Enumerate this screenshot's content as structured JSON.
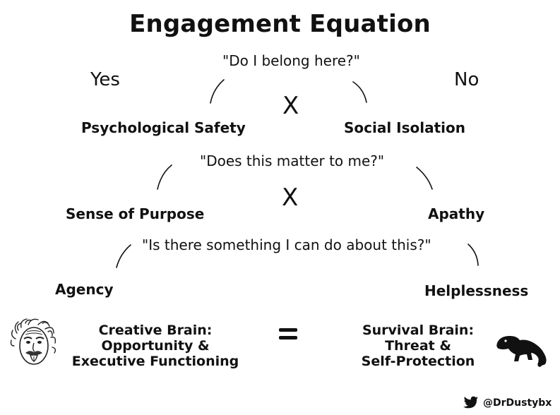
{
  "title": "Engagement Equation",
  "rows": [
    {
      "question": "\"Do I belong here?\"",
      "left": "Psychological Safety",
      "right": "Social Isolation",
      "left_answer": "Yes",
      "right_answer": "No",
      "operator": "X"
    },
    {
      "question": "\"Does this matter to me?\"",
      "left": "Sense of Purpose",
      "right": "Apathy",
      "operator": "X"
    },
    {
      "question": "\"Is there something I can do about this?\"",
      "left": "Agency",
      "right": "Helplessness"
    }
  ],
  "result": {
    "left": {
      "line1": "Creative Brain:",
      "line2": "Opportunity &",
      "line3": "Executive Functioning",
      "icon": "einstein-face-icon"
    },
    "operator": "=",
    "right": {
      "line1": "Survival Brain:",
      "line2": "Threat &",
      "line3": "Self-Protection",
      "icon": "lizard-icon"
    }
  },
  "credit": {
    "handle": "@DrDustybx",
    "icon": "twitter-bird-icon"
  }
}
